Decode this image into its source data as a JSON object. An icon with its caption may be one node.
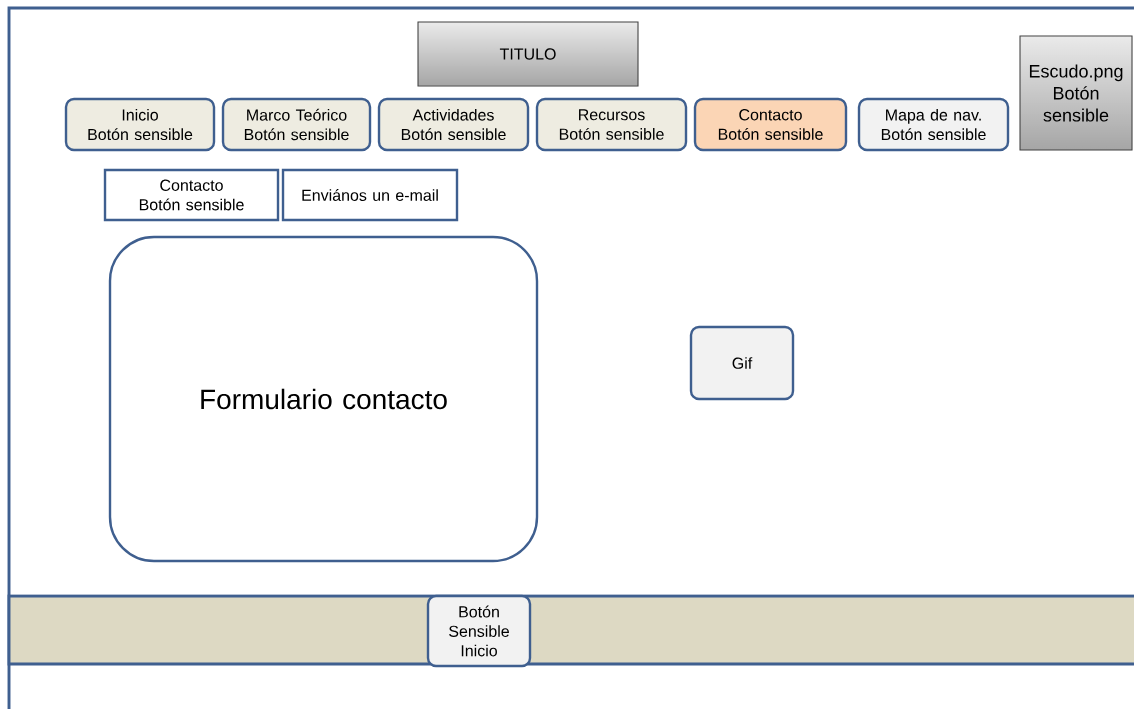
{
  "diagram": {
    "nodes": [
      {
        "text": [
          "TITULO"
        ]
      },
      {
        "text": [
          "Escudo.png Botón sensible"
        ]
      },
      {
        "text": [
          "Inicio",
          "Botón sensible"
        ]
      },
      {
        "text": [
          "Marco Teórico",
          "Botón sensible"
        ]
      },
      {
        "text": [
          "Actividades",
          "Botón sensible"
        ]
      },
      {
        "text": [
          "Recursos",
          "Botón sensible"
        ]
      },
      {
        "text": [
          "Contacto",
          "Botón sensible"
        ]
      },
      {
        "text": [
          "Mapa de nav.",
          "Botón sensible"
        ]
      },
      {
        "text": [
          "Contacto",
          "Botón sensible"
        ]
      },
      {
        "text": [
          "Enviános un e-mail"
        ]
      },
      {
        "text": [
          "Formulario contacto"
        ]
      },
      {
        "text": [
          "Gif"
        ]
      },
      {
        "text": [
          "Botón Sensible Inicio"
        ]
      }
    ]
  }
}
